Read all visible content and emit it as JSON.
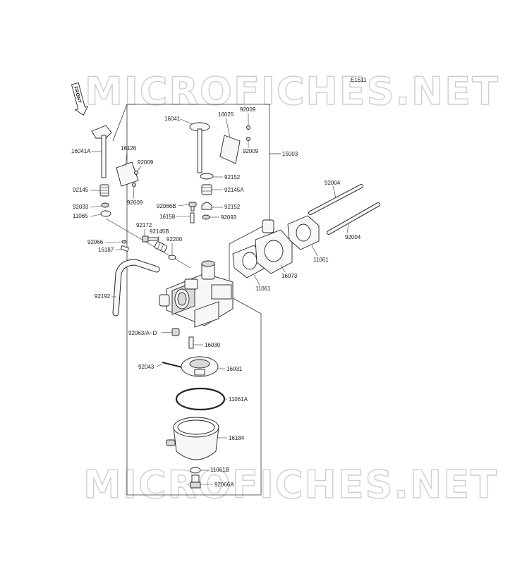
{
  "diagram_code": "E1611",
  "watermark": "MICROFICHES.NET",
  "front_label": "FRONT",
  "labels": {
    "l15003": "15003",
    "l16041": "16041",
    "l16025": "16025",
    "l92009_a": "92009",
    "l92009_b": "92009",
    "l16041A": "16041A",
    "l16126": "16126",
    "l92009_c": "92009",
    "l92009_d": "92009",
    "l92145": "92145",
    "l92033": "92033",
    "l11065": "11065",
    "l92152_a": "92152",
    "l92145A": "92145A",
    "l92066B": "92066B",
    "l92152_b": "92152",
    "l16158": "16158",
    "l92093": "92093",
    "l92172": "92172",
    "l92145B": "92145B",
    "l92200": "92200",
    "l92066": "92066",
    "l16187": "16187",
    "l92192": "92192",
    "l92004_a": "92004",
    "l92004_b": "92004",
    "l11061_a": "11061",
    "l16073": "16073",
    "l11061_b": "11061",
    "l92063": "92063/A~D",
    "l16030": "16030",
    "l92043": "92043",
    "l16031": "16031",
    "l11061A": "11061A",
    "l16184": "16184",
    "l11061B": "11061B",
    "l92066A": "92066A"
  }
}
